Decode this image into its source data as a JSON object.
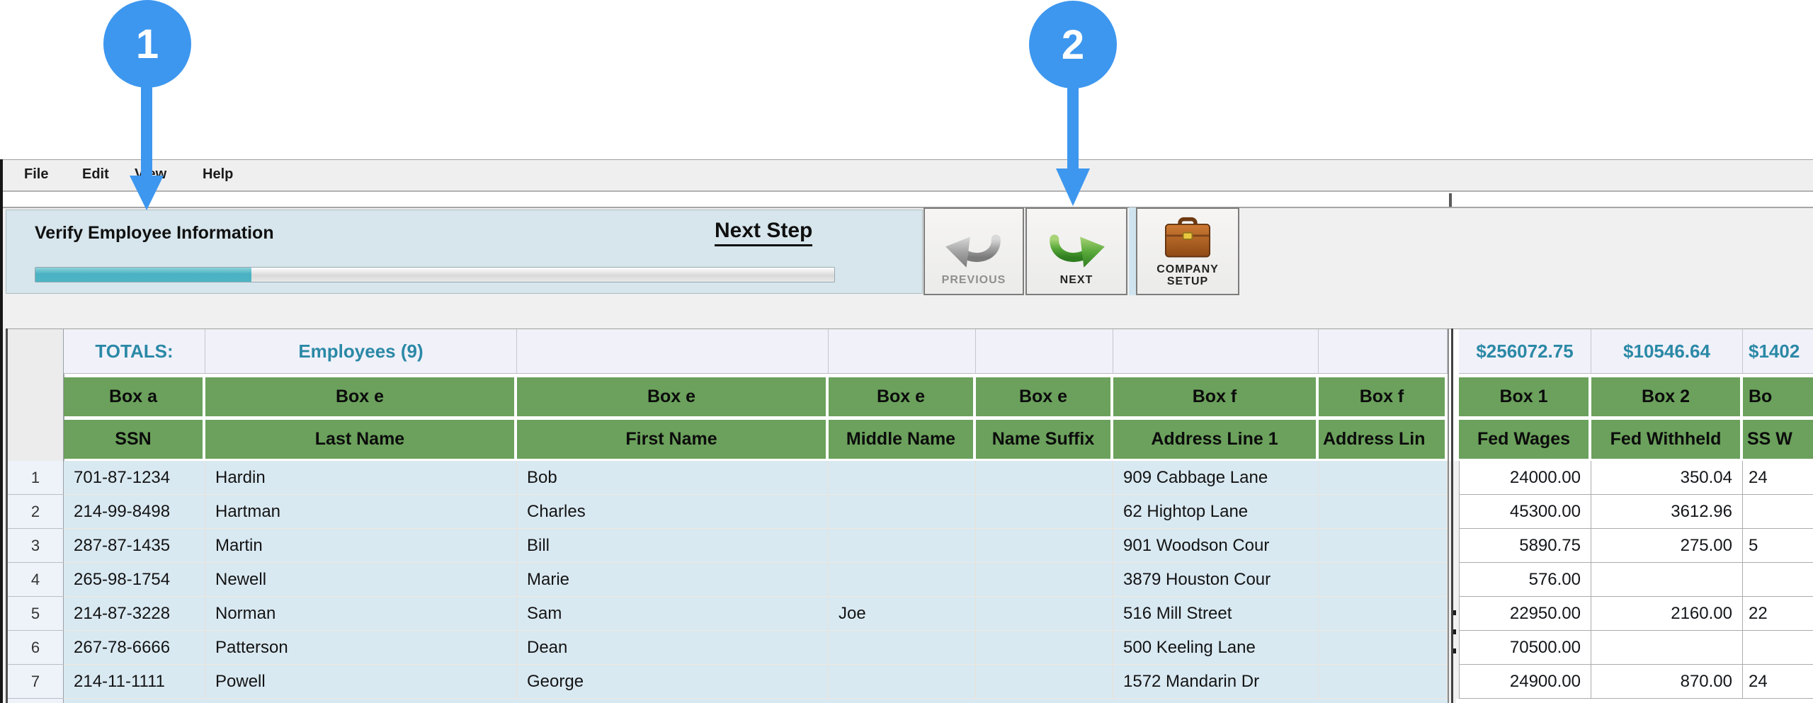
{
  "callouts": [
    "1",
    "2"
  ],
  "menu": {
    "items": [
      "File",
      "Edit",
      "View",
      "Help"
    ]
  },
  "toolbar": {
    "title": "Verify Employee Information",
    "next_step_label": "Next Step",
    "progress_percent": 27,
    "previous_label": "PREVIOUS",
    "next_label": "NEXT",
    "company_setup_line1": "COMPANY",
    "company_setup_line2": "SETUP"
  },
  "grid": {
    "totals_row_heading": "TOTALS:",
    "employees_count_label": "Employees (9)",
    "columns": [
      {
        "id": "ssn",
        "box": "Box a",
        "label": "SSN",
        "total": "TOTALS:"
      },
      {
        "id": "last-name",
        "box": "Box e",
        "label": "Last Name",
        "total": "Employees (9)"
      },
      {
        "id": "first-name",
        "box": "Box e",
        "label": "First Name",
        "total": ""
      },
      {
        "id": "middle-name",
        "box": "Box e",
        "label": "Middle Name",
        "total": ""
      },
      {
        "id": "name-suffix",
        "box": "Box e",
        "label": "Name Suffix",
        "total": ""
      },
      {
        "id": "address-line-1",
        "box": "Box f",
        "label": "Address Line 1",
        "total": ""
      },
      {
        "id": "address-line-2",
        "box": "Box f",
        "label": "Address Lin",
        "total": ""
      },
      {
        "id": "fed-wages",
        "box": "Box 1",
        "label": "Fed Wages",
        "total": "$256072.75"
      },
      {
        "id": "fed-withheld",
        "box": "Box 2",
        "label": "Fed Withheld",
        "total": "$10546.64"
      },
      {
        "id": "ss-wages",
        "box": "Bo",
        "label": "SS W",
        "total": "$1402"
      }
    ],
    "rows": [
      {
        "num": "1",
        "values": [
          "701-87-1234",
          "Hardin",
          "Bob",
          "",
          "",
          "909 Cabbage Lane",
          "",
          "24000.00",
          "350.04",
          "24"
        ]
      },
      {
        "num": "2",
        "values": [
          "214-99-8498",
          "Hartman",
          "Charles",
          "",
          "",
          "62 Hightop Lane",
          "",
          "45300.00",
          "3612.96",
          ""
        ]
      },
      {
        "num": "3",
        "values": [
          "287-87-1435",
          "Martin",
          "Bill",
          "",
          "",
          "901 Woodson Cour",
          "",
          "5890.75",
          "275.00",
          "5"
        ]
      },
      {
        "num": "4",
        "values": [
          "265-98-1754",
          "Newell",
          "Marie",
          "",
          "",
          "3879 Houston Cour",
          "",
          "576.00",
          "",
          ""
        ]
      },
      {
        "num": "5",
        "values": [
          "214-87-3228",
          "Norman",
          "Sam",
          "Joe",
          "",
          "516 Mill Street",
          "",
          "22950.00",
          "2160.00",
          "22"
        ]
      },
      {
        "num": "6",
        "values": [
          "267-78-6666",
          "Patterson",
          "Dean",
          "",
          "",
          "500 Keeling Lane",
          "",
          "70500.00",
          "",
          ""
        ]
      },
      {
        "num": "7",
        "values": [
          "214-11-1111",
          "Powell",
          "George",
          "",
          "",
          "1572 Mandarin Dr",
          "",
          "24900.00",
          "870.00",
          "24"
        ]
      }
    ]
  },
  "colors": {
    "accent_blue": "#3d97ef",
    "header_green": "#6ba15c",
    "teal_text": "#2b89a6",
    "panel_blue": "#d7e6ec",
    "row_blue": "#d9e9f2",
    "totals_bg": "#f1f1fa",
    "progress_teal": "#49b2c2"
  }
}
